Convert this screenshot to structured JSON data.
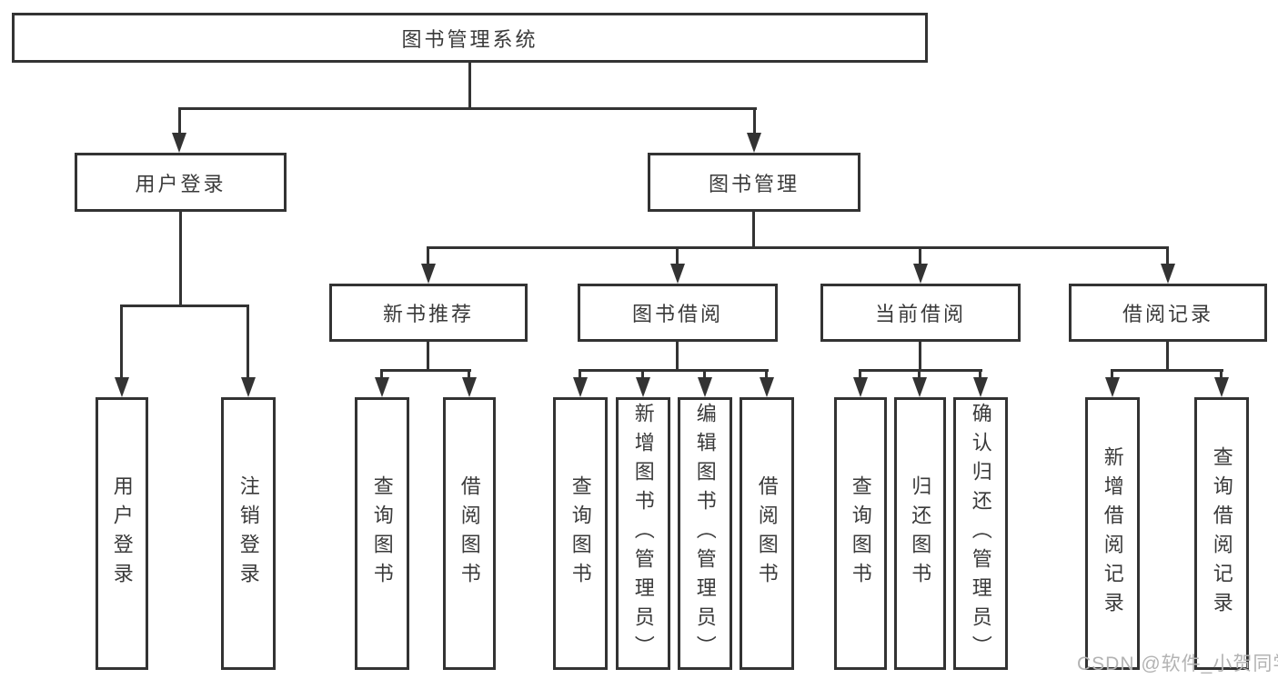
{
  "nodes": {
    "root": "图书管理系统",
    "user_login": "用户登录",
    "book_mgmt": "图书管理",
    "new_book_rec": "新书推荐",
    "book_borrow": "图书借阅",
    "current_borrow": "当前借阅",
    "borrow_record": "借阅记录",
    "ul_login": "用户登录",
    "ul_logout": "注销登录",
    "nb_query": "查询图书",
    "nb_borrow": "借阅图书",
    "bb_query": "查询图书",
    "bb_add": "新增图书（管理员）",
    "bb_edit": "编辑图书（管理员）",
    "bb_borrow": "借阅图书",
    "cb_query": "查询图书",
    "cb_return": "归还图书",
    "cb_confirm": "确认归还（管理员）",
    "br_add": "新增借阅记录",
    "br_query": "查询借阅记录"
  },
  "hierarchy": {
    "图书管理系统": [
      "用户登录",
      "图书管理"
    ],
    "用户登录": [
      "用户登录",
      "注销登录"
    ],
    "图书管理": [
      "新书推荐",
      "图书借阅",
      "当前借阅",
      "借阅记录"
    ],
    "新书推荐": [
      "查询图书",
      "借阅图书"
    ],
    "图书借阅": [
      "查询图书",
      "新增图书（管理员）",
      "编辑图书（管理员）",
      "借阅图书"
    ],
    "当前借阅": [
      "查询图书",
      "归还图书",
      "确认归还（管理员）"
    ],
    "借阅记录": [
      "新增借阅记录",
      "查询借阅记录"
    ]
  },
  "watermark": "CSDN @软件_小贺同学",
  "colors": {
    "line": "#333333",
    "text": "#3a3a3a",
    "background": "#ffffff",
    "watermark": "#b3b3b3"
  }
}
